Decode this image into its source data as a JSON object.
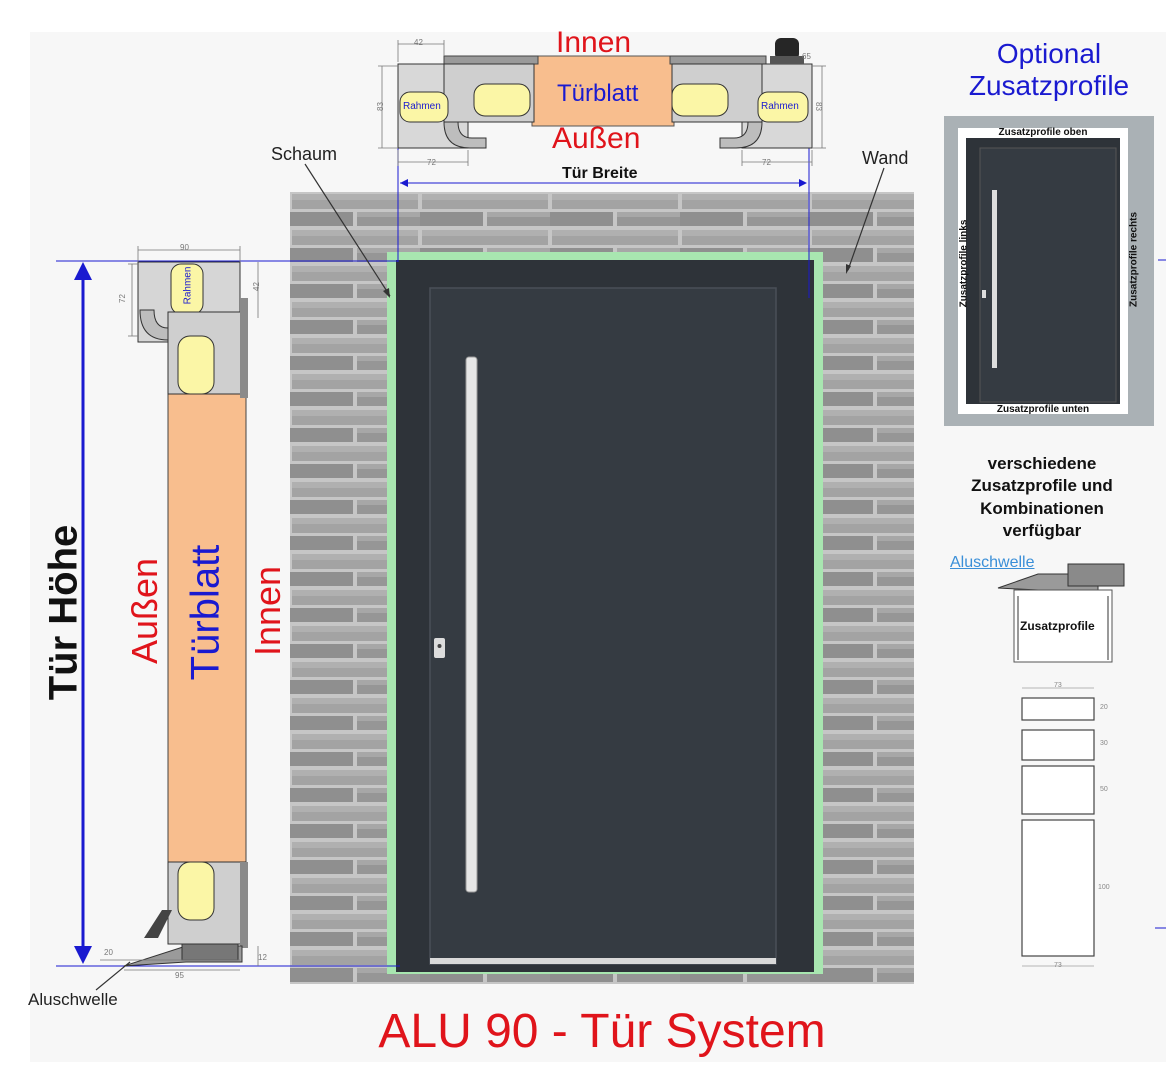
{
  "title": "ALU 90 - Tür System",
  "top_section": {
    "innen": "Innen",
    "aussen": "Außen",
    "tuerblatt": "Türblatt",
    "rahmen_left": "Rahmen",
    "rahmen_right": "Rahmen",
    "tuer_breite": "Tür Breite",
    "dim_42": "42",
    "dim_83_left": "83",
    "dim_83_right": "83",
    "dim_72_left": "72",
    "dim_72_right": "72",
    "dim_65": "65"
  },
  "callouts": {
    "schaum": "Schaum",
    "wand": "Wand",
    "aluschwelle_bottom": "Aluschwelle",
    "aluschwelle_right": "Aluschwelle"
  },
  "side_section": {
    "tuer_hoehe": "Tür Höhe",
    "aussen": "Außen",
    "tuerblatt": "Türblatt",
    "innen": "Innen",
    "rahmen": "Rahmen",
    "dim_90": "90",
    "dim_72": "72",
    "dim_42": "42",
    "dim_20": "20",
    "dim_12": "12",
    "dim_95": "95"
  },
  "optional": {
    "heading_line1": "Optional",
    "heading_line2": "Zusatzprofile",
    "oben": "Zusatzprofile oben",
    "unten": "Zusatzprofile unten",
    "links": "Zusatzprofile links",
    "rechts": "Zusatzprofile rechts",
    "note_line1": "verschiedene",
    "note_line2": "Zusatzprofile und",
    "note_line3": "Kombinationen",
    "note_line4": "verfügbar",
    "zusatzprofile_label": "Zusatzprofile",
    "dims": [
      "73",
      "20",
      "30",
      "50",
      "100",
      "73"
    ]
  },
  "colors": {
    "door": "#353b42",
    "foam": "#a8e6b0",
    "leaf_fill": "#f8be8e",
    "insulation": "#fbf6a6",
    "title_red": "#e0141b",
    "label_blue": "#1a1ad0",
    "guide_blue": "#1a1ad0",
    "brick_mortar": "#c9c9c9",
    "brick": "#9c9c9c"
  }
}
